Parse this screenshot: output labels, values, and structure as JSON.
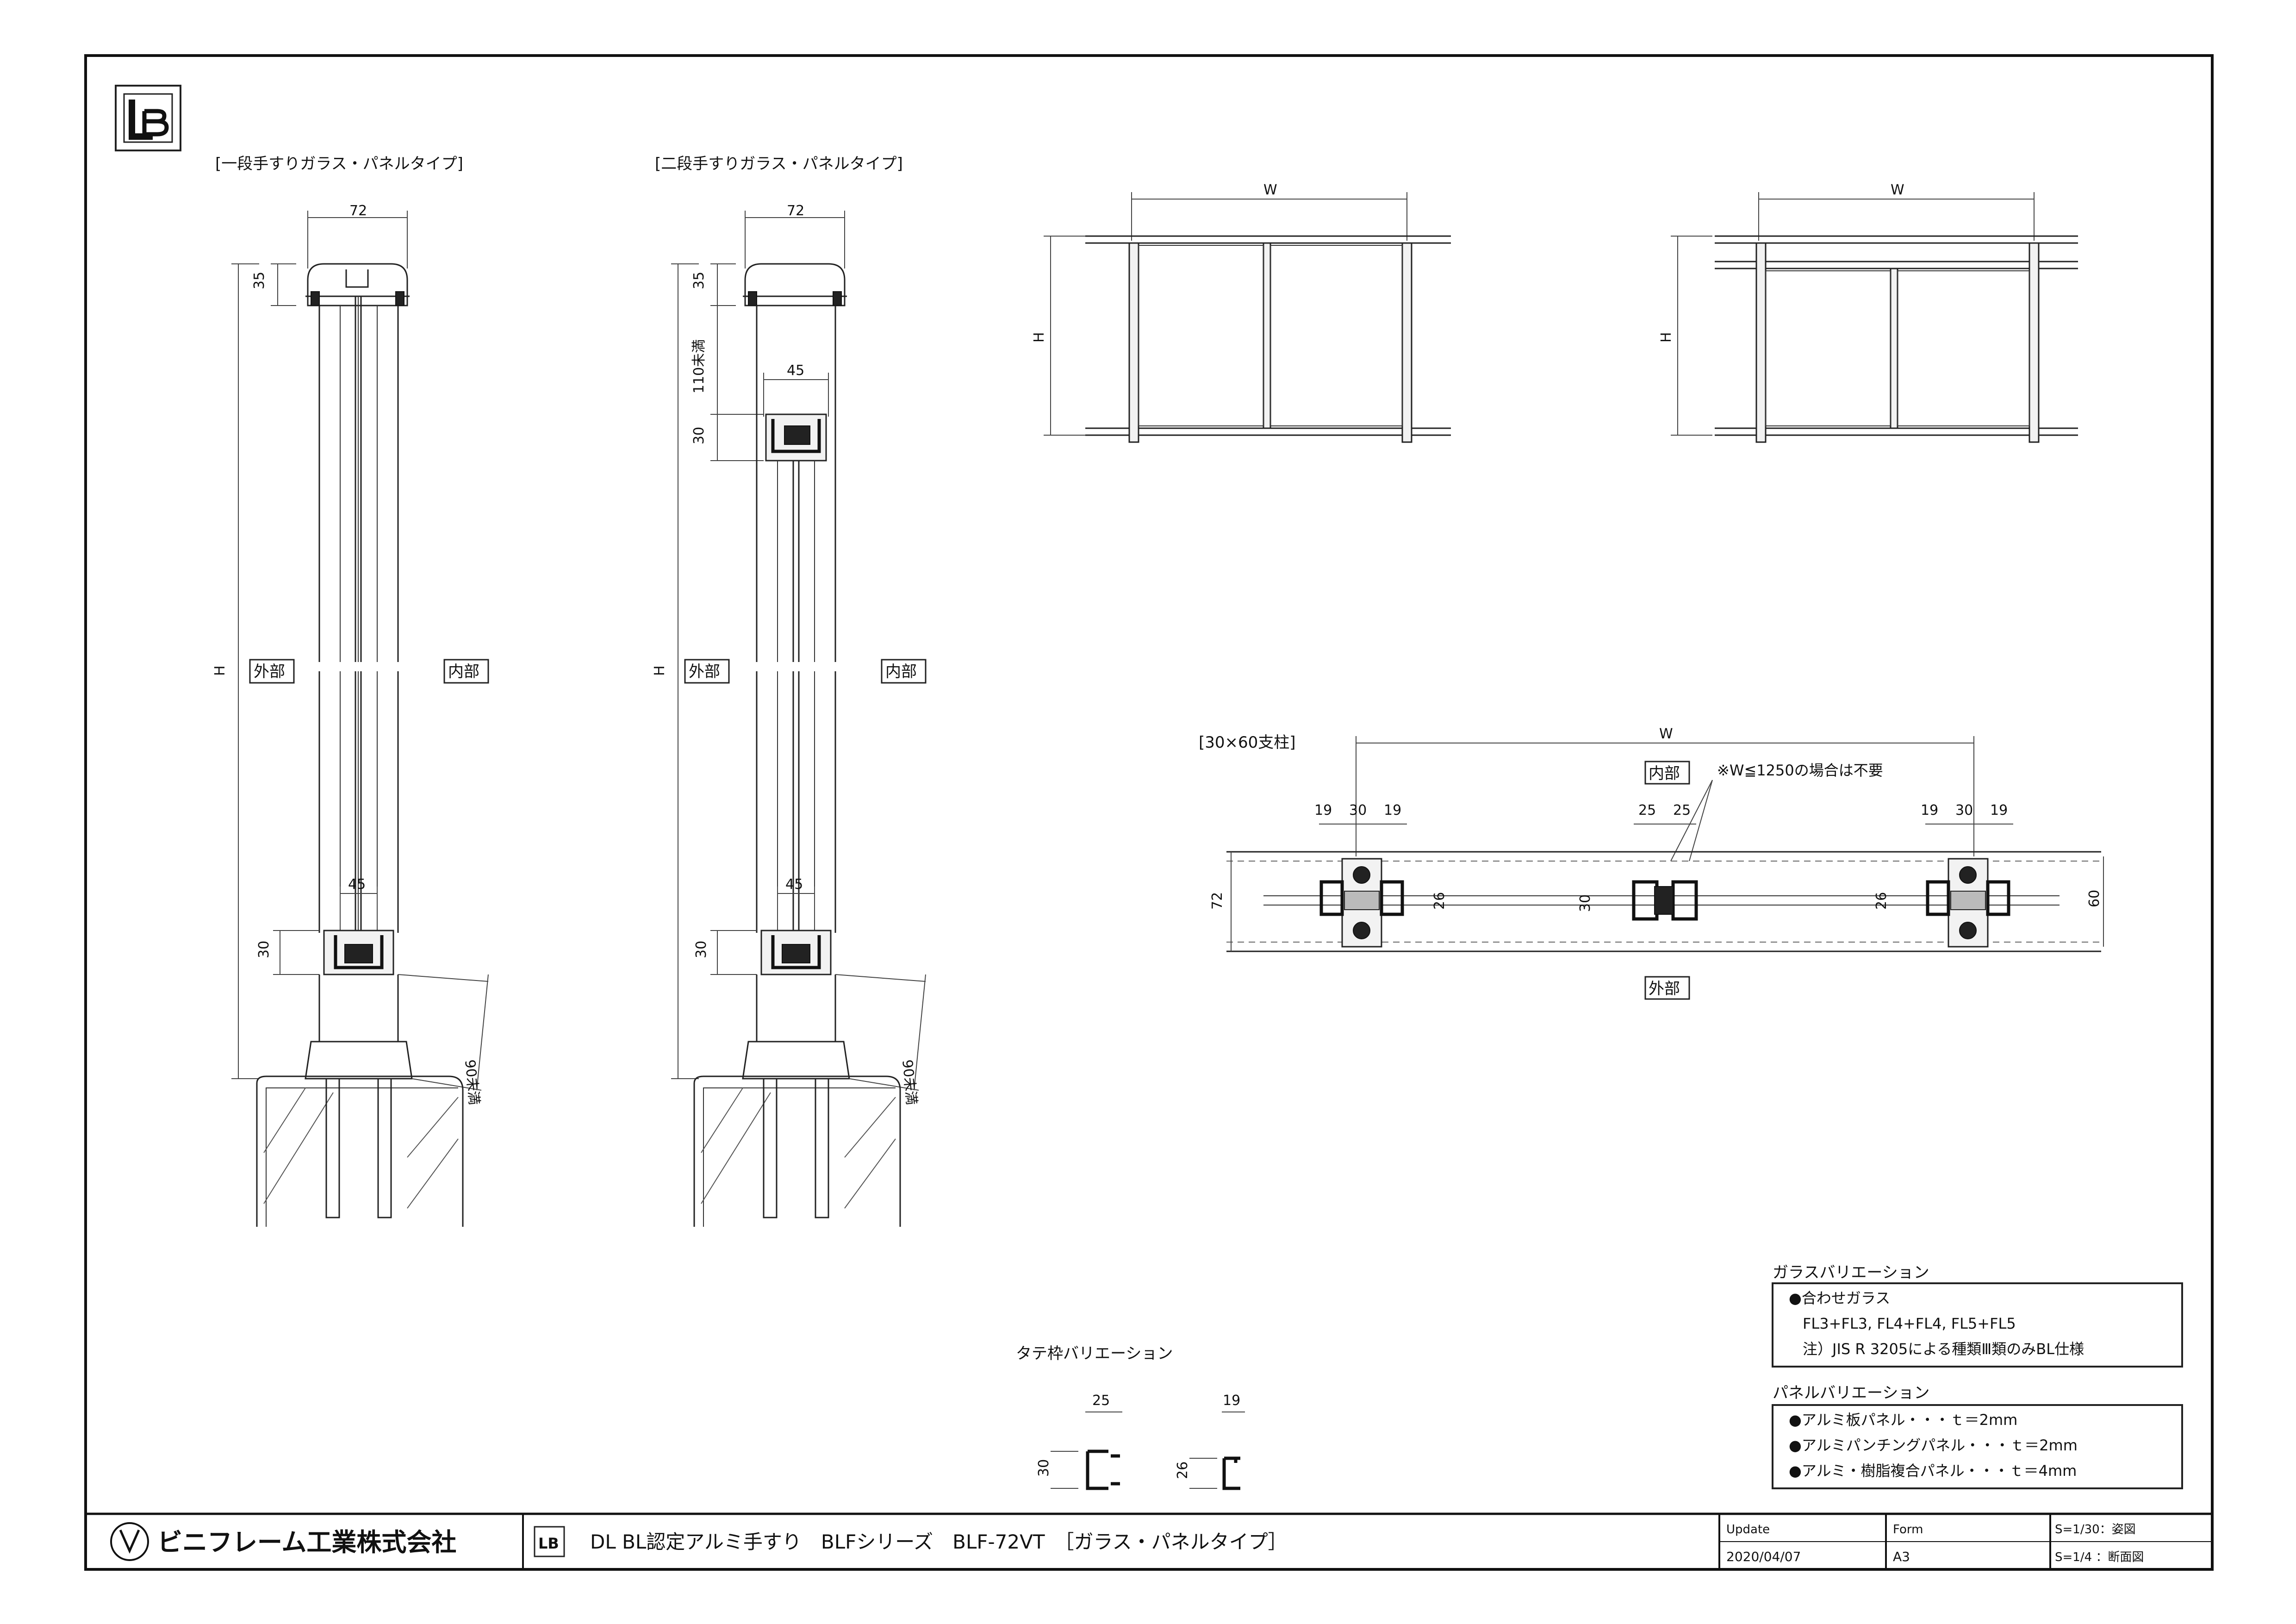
{
  "drawing": {
    "views": {
      "single": {
        "title": "[一段手すりガラス・パネルタイプ]"
      },
      "double": {
        "title": "[二段手すりガラス・パネルタイプ]"
      },
      "section": {
        "title": "[30×60支柱]"
      }
    },
    "labels": {
      "outside": "外部",
      "inside": "内部"
    },
    "dims": {
      "w72": "72",
      "d35": "35",
      "d30": "30",
      "d45": "45",
      "dH": "H",
      "d110": "110未満",
      "d90": "90未満",
      "dW": "W",
      "d19": "19",
      "d25": "25",
      "d26": "26",
      "d60": "60"
    },
    "section_note": "※W≦1250の場合は不要",
    "mullion": {
      "title": "タテ枠バリエーション",
      "w25": "25",
      "w19": "19",
      "h30": "30",
      "h26": "26"
    },
    "glass": {
      "title": "ガラスバリエーション",
      "lines": [
        "●合わせガラス",
        "FL3+FL3, FL4+FL4, FL5+FL5",
        "注）JIS R 3205による種類Ⅲ類のみBL仕様"
      ]
    },
    "panel": {
      "title": "パネルバリエーション",
      "lines": [
        "●アルミ板パネル・・・ｔ＝2mm",
        "●アルミパンチングパネル・・・ｔ＝2mm",
        "●アルミ・樹脂複合パネル・・・ｔ＝4mm"
      ]
    }
  },
  "titleblock": {
    "company": "ビニフレーム工業株式会社",
    "logo_letters": "LB",
    "drawing_title": "DL BL認定アルミ手すり　BLFシリーズ　BLF-72VT　［ガラス・パネルタイプ］",
    "update_label": "Update",
    "update_value": "2020/04/07",
    "form_label": "Form",
    "form_value": "A3",
    "scale_1": "S=1/30：姿図",
    "scale_2": "S=1/4 ：断面図"
  }
}
